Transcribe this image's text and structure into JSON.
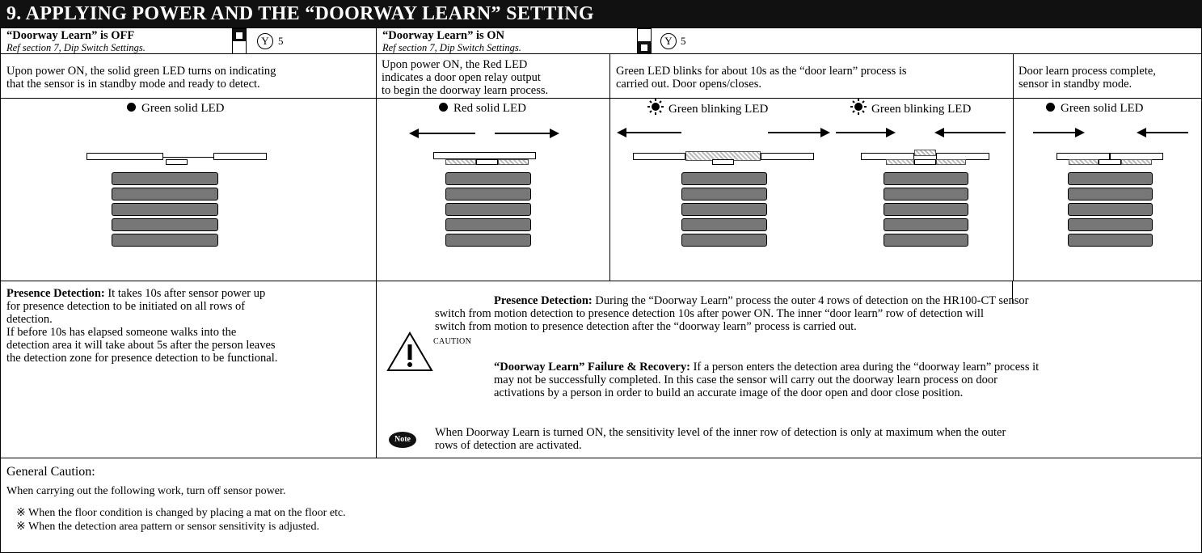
{
  "title": "9. APPLYING POWER AND THE “DOORWAY LEARN” SETTING",
  "off_header": {
    "title": "“Doorway Learn” is OFF",
    "ref": "Ref section 7, Dip Switch Settings.",
    "switch_letter": "Y",
    "switch_number": "5",
    "switch_state": "off"
  },
  "on_header": {
    "title": "“Doorway Learn” is ON",
    "ref": "Ref section 7, Dip Switch Settings.",
    "switch_letter": "Y",
    "switch_number": "5",
    "switch_state": "on"
  },
  "descriptions": {
    "off": [
      "Upon power ON, the solid green LED turns on indicating",
      "that the sensor is in standby mode and ready to detect."
    ],
    "on_step1": [
      "Upon power ON, the Red LED",
      "indicates a door open relay output",
      "to begin the doorway learn process."
    ],
    "on_step2": [
      "Green LED blinks for about 10s as the “door learn” process is",
      "carried out. Door opens/closes."
    ],
    "on_step3": [
      "Door learn process complete,",
      "sensor in standby mode."
    ]
  },
  "led_labels": {
    "off": "Green solid LED",
    "on_step1": "Red solid LED",
    "on_step2a": "Green blinking LED",
    "on_step2b": "Green blinking LED",
    "on_step3": "Green solid LED"
  },
  "presence_off": {
    "heading": "Presence Detection:",
    "lines": [
      " It takes 10s after sensor power up",
      "for presence detection to be initiated on all rows of",
      "detection.",
      "If before 10s has elapsed someone walks into the",
      "detection area it will take about 5s after the person leaves",
      "the detection zone for presence detection to be functional."
    ]
  },
  "caution": {
    "label": "CAUTION",
    "p1_heading": "Presence Detection:",
    "p1_lines": [
      " During the “Doorway Learn” process the outer 4 rows of detection on the HR100-CT sensor",
      "switch from motion detection to presence detection 10s after power ON. The inner “door learn” row of detection will",
      "switch from motion to presence detection after the “doorway learn” process is carried out."
    ],
    "p2_heading": "“Doorway Learn” Failure & Recovery:",
    "p2_lines": [
      " If a person enters the detection area during the “doorway learn” process it",
      "may not be successfully completed. In this case the sensor  will carry out the doorway learn process on door",
      "activations by a person in order to build an accurate image of the door open and door close position."
    ]
  },
  "note": {
    "badge": "Note",
    "lines": [
      "When Doorway Learn is turned ON, the sensitivity level of the inner row of detection is only at maximum when the outer",
      "rows of detection are activated."
    ]
  },
  "general": {
    "heading": "General Caution:",
    "intro": "When carrying out the following work, turn off sensor power.",
    "items": [
      "※ When the floor condition is changed by placing a mat on the floor etc.",
      "※ When the detection area pattern or sensor sensitivity is adjusted."
    ]
  }
}
